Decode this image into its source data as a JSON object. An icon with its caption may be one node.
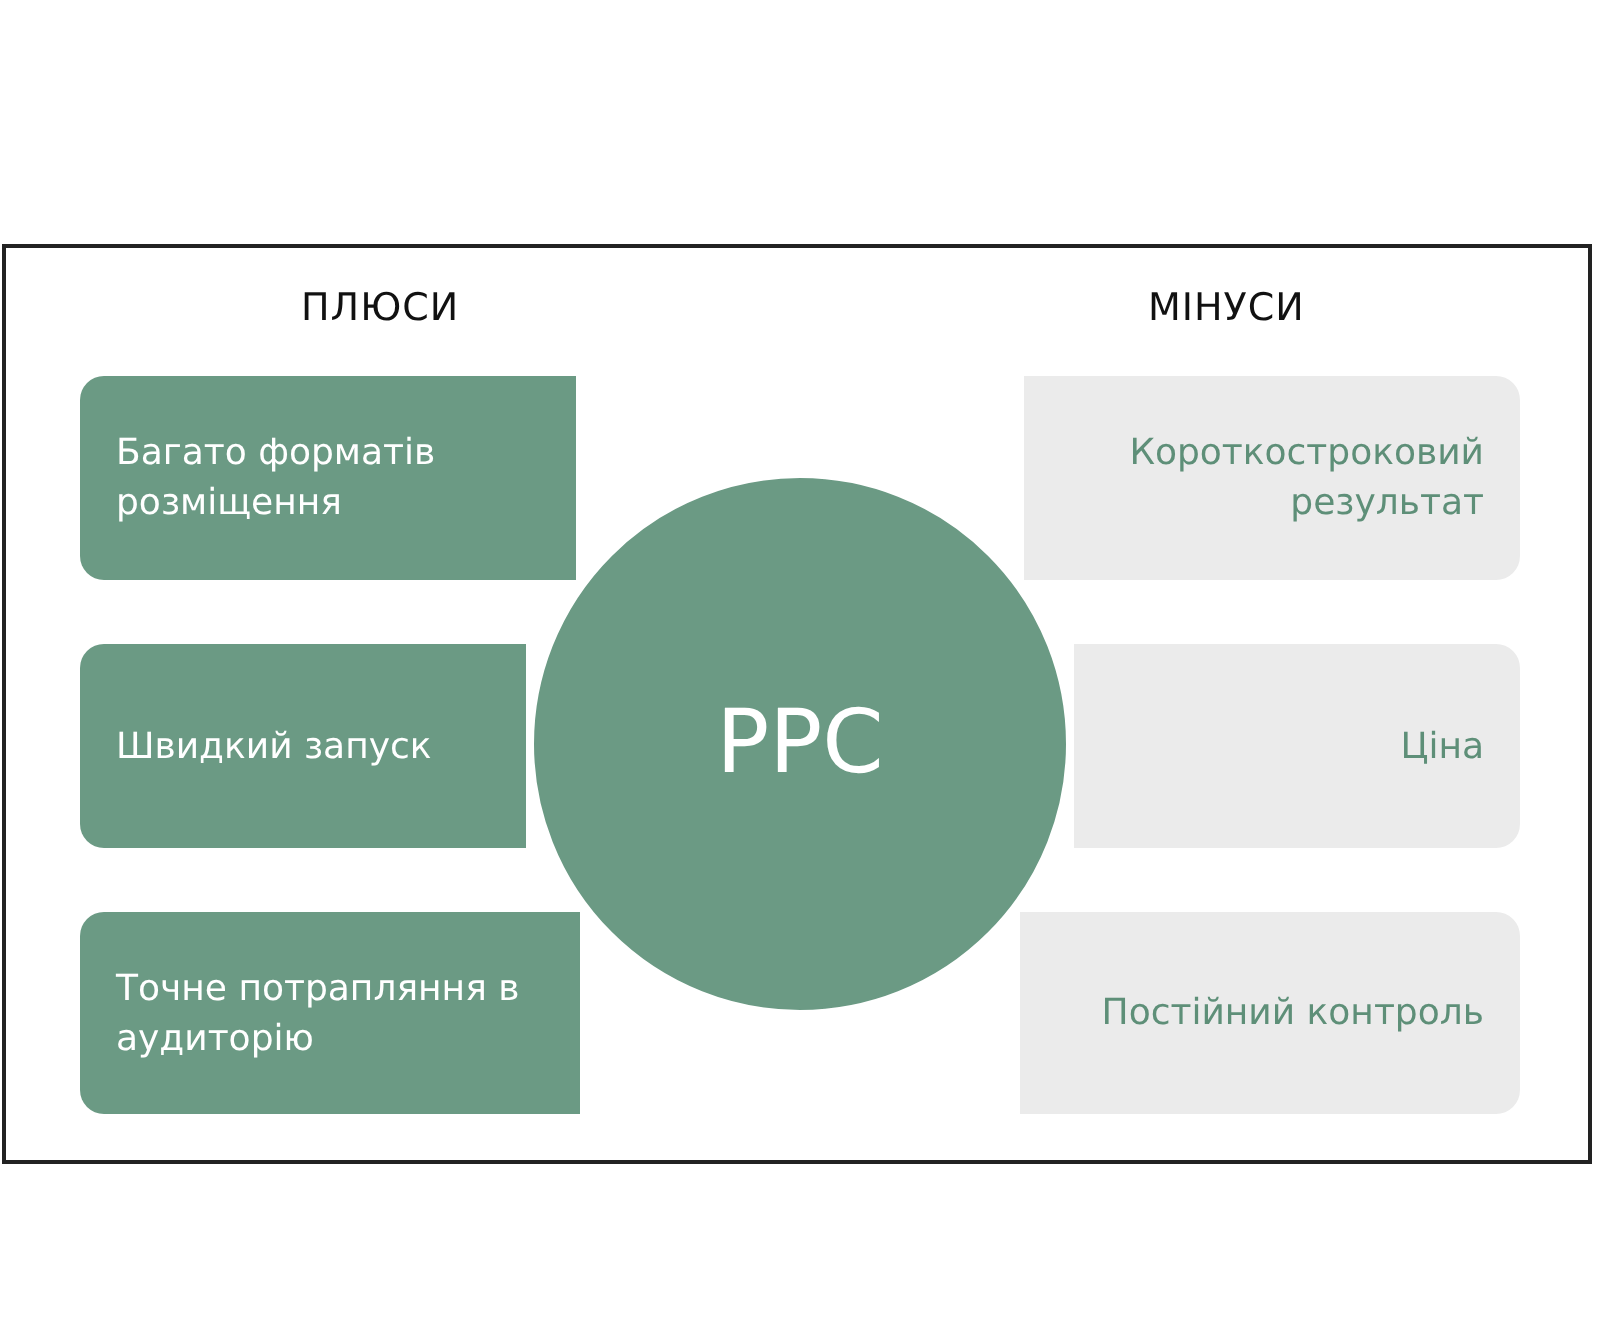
{
  "diagram": {
    "nodes": [
      {
        "text": [
          "Багато форматів розміщення"
        ]
      },
      {
        "text": [
          "Швидкий запуск"
        ]
      },
      {
        "text": [
          "Точне потрапляння в аудиторію"
        ]
      },
      {
        "text": [
          "PPC"
        ]
      },
      {
        "text": [
          "Короткостроковий результат"
        ]
      },
      {
        "text": [
          "Ціна"
        ]
      },
      {
        "text": [
          "Постійний контроль"
        ]
      }
    ],
    "edges": [],
    "labels": [
      "ПЛЮСИ",
      "МІНУСИ"
    ]
  }
}
